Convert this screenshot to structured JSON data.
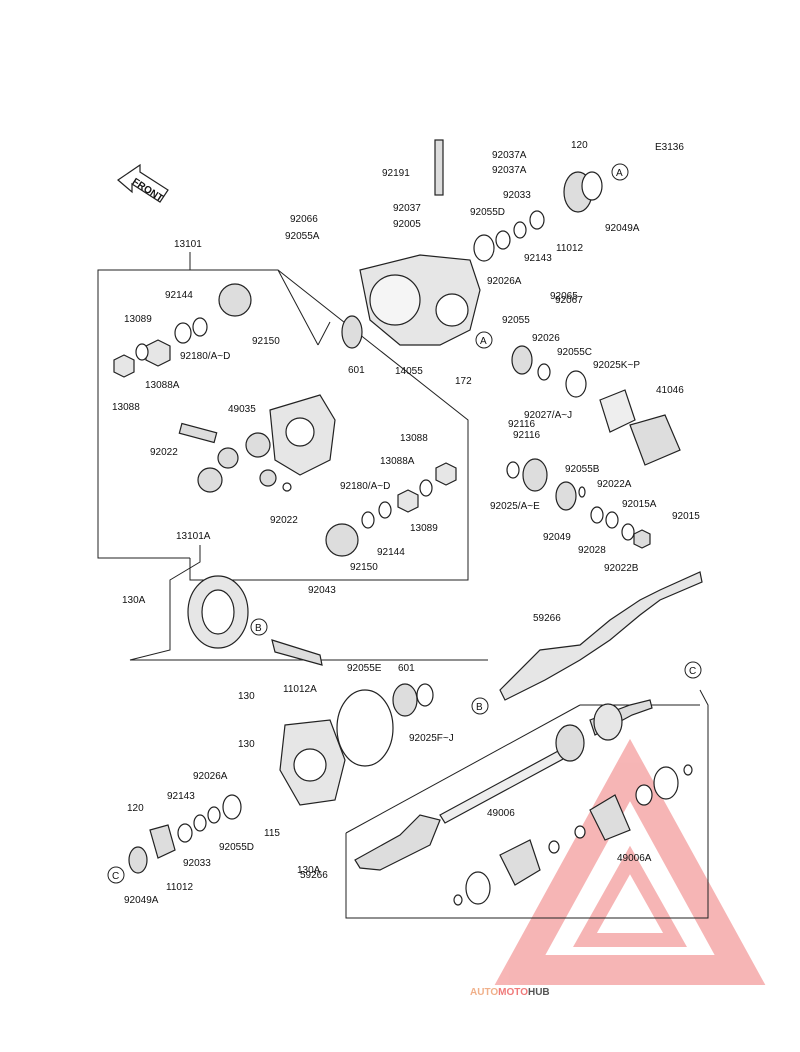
{
  "diagram": {
    "code": "E3136",
    "front_label": "FRONT",
    "parts": [
      "92037A",
      "92037A",
      "92191",
      "120",
      "92033",
      "92049A",
      "11012",
      "92037",
      "92005",
      "92055D",
      "92143",
      "92066",
      "92055A",
      "92026A",
      "92065",
      "92067",
      "13101",
      "92144",
      "92150",
      "13089",
      "92180/A~D",
      "13088A",
      "13088",
      "49035",
      "92022",
      "92022",
      "601",
      "14055",
      "172",
      "92055",
      "92026",
      "92055C",
      "92025K~P",
      "41046",
      "92116",
      "92027/A~J",
      "13088",
      "13088A",
      "92180/A~D",
      "13089",
      "92144",
      "92150",
      "92116",
      "92055B",
      "92022A",
      "92015A",
      "92015",
      "92025/A~E",
      "92049",
      "92028",
      "92022B",
      "13101A",
      "92043",
      "130A",
      "59266",
      "92055E",
      "601",
      "92025F~J",
      "130",
      "11012A",
      "130",
      "92026A",
      "92143",
      "120",
      "92033",
      "92055D",
      "115",
      "130A",
      "92049A",
      "11012",
      "49006",
      "49006A",
      "59266"
    ],
    "callouts": [
      "A",
      "A",
      "B",
      "B",
      "C",
      "C"
    ]
  },
  "watermark": {
    "part1": "AUTO",
    "part2": "MOTO",
    "part3": "HUB",
    "color1": "#f0b08a",
    "color2": "#f07a7a",
    "color3": "#555555"
  }
}
